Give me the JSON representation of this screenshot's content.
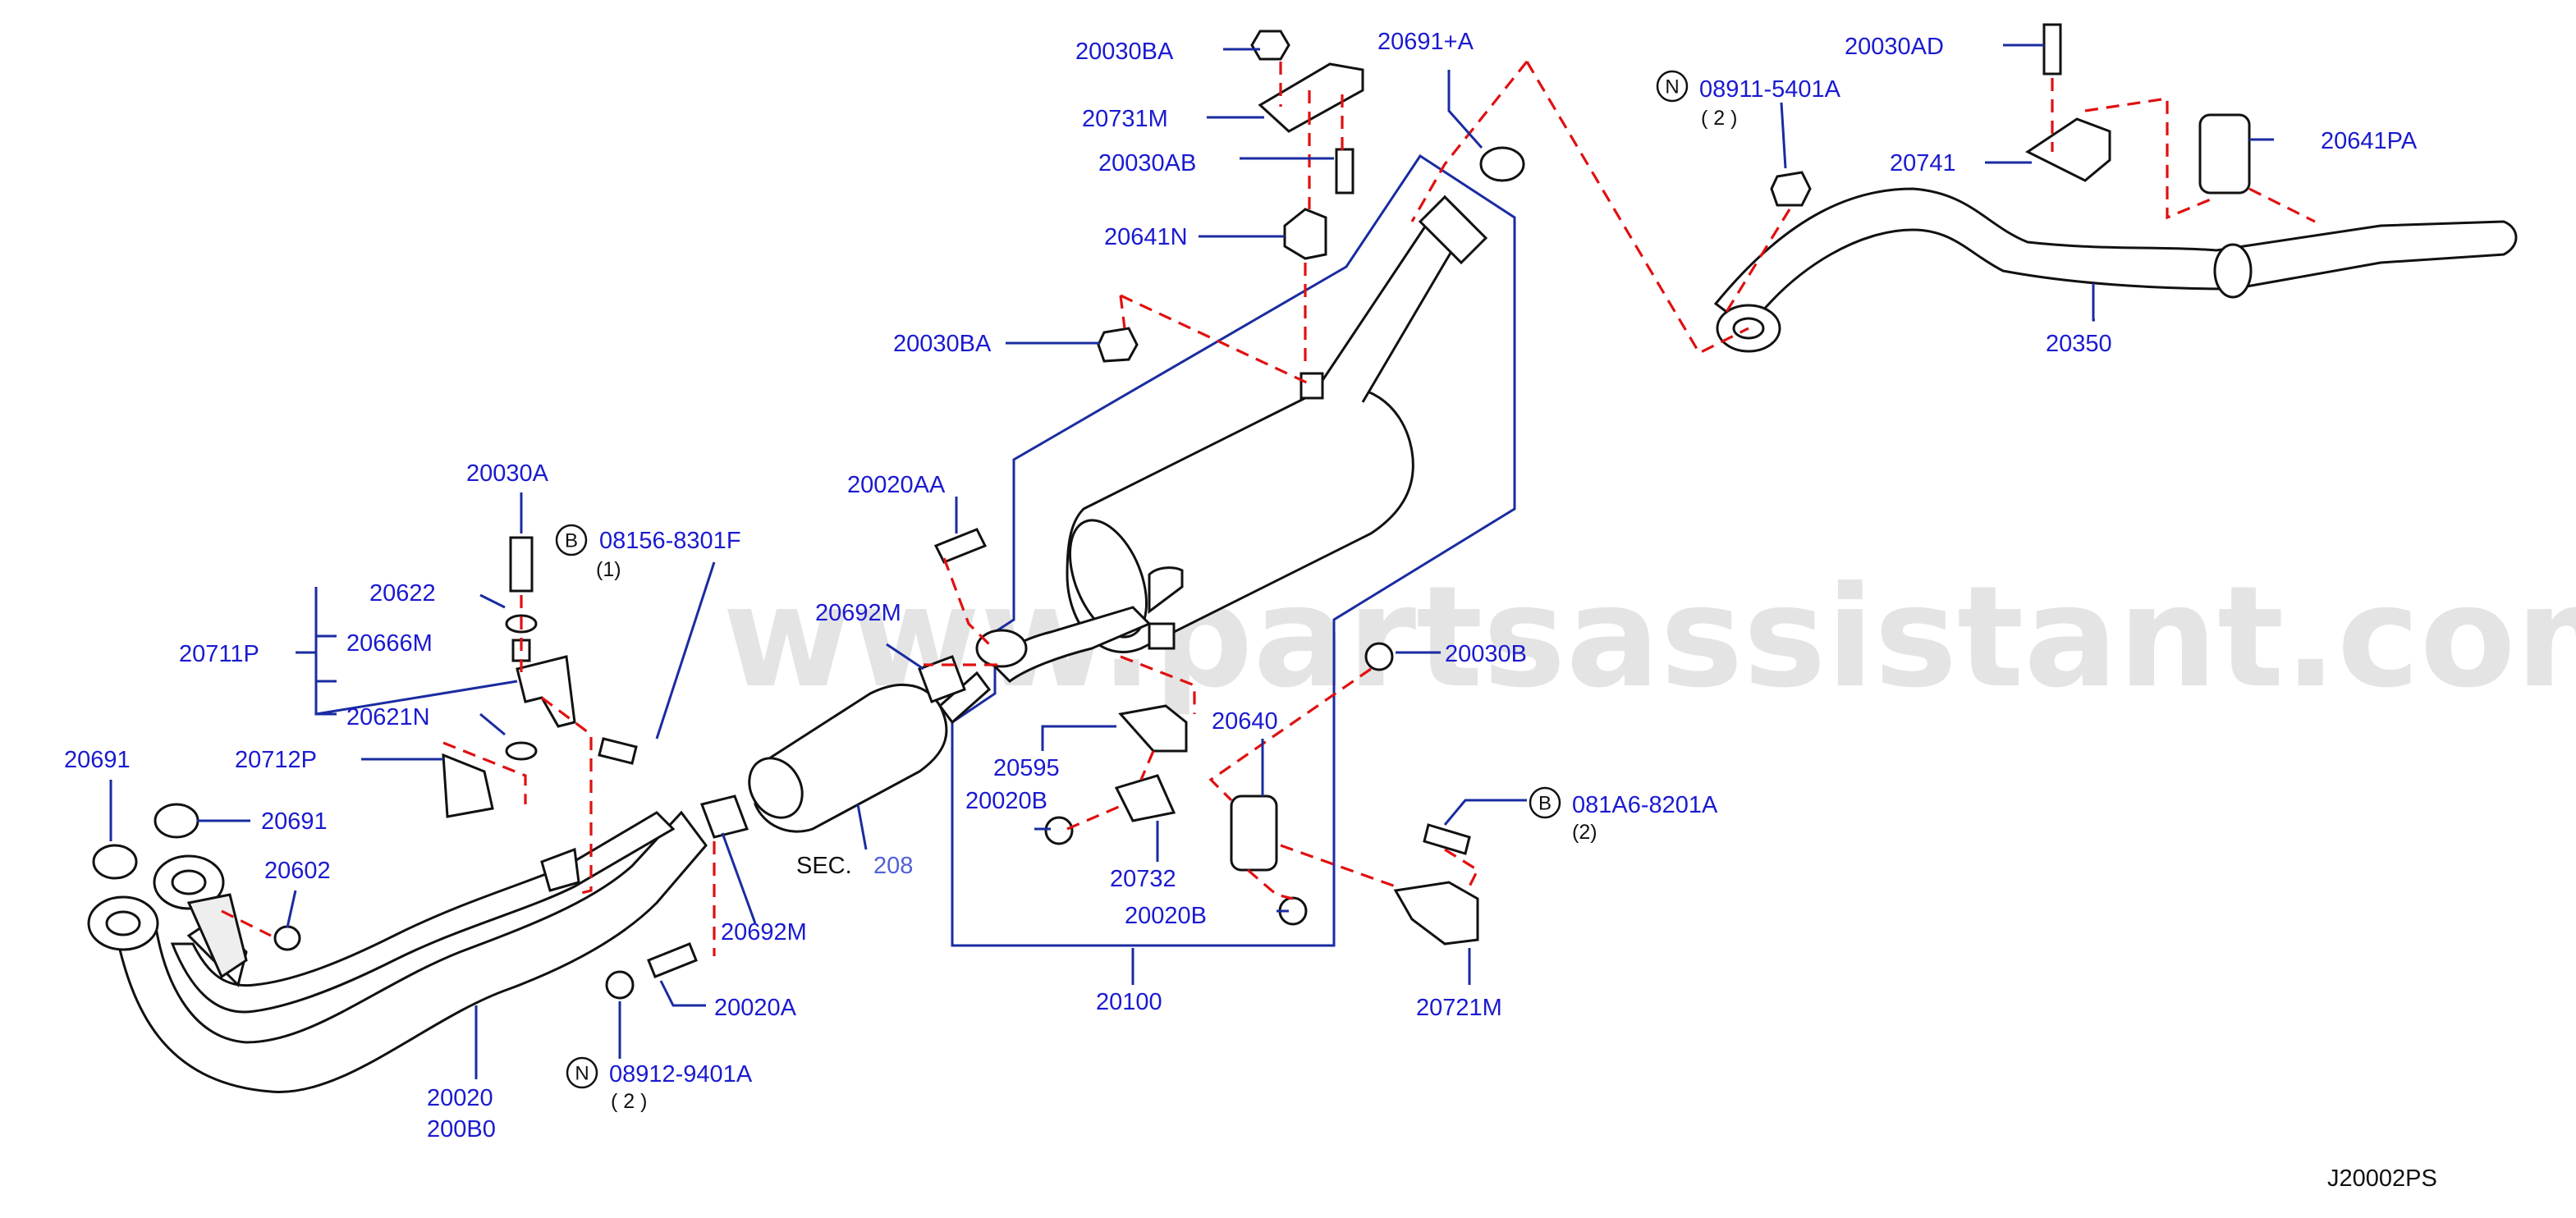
{
  "watermark": "www.partsassistant.com",
  "diagram_code": "J20002PS",
  "labels": {
    "l20030BA_top": "20030BA",
    "l20731M": "20731M",
    "l20030AB": "20030AB",
    "l20641N": "20641N",
    "l20030BA_mid": "20030BA",
    "l20691A": "20691+A",
    "l08911": "08911-5401A",
    "l08911_qty": "( 2 )",
    "l20030AD": "20030AD",
    "l20741": "20741",
    "l20641PA": "20641PA",
    "l20350": "20350",
    "l20030A": "20030A",
    "l08156": "08156-8301F",
    "l08156_qty": "(1)",
    "l20622": "20622",
    "l20666M": "20666M",
    "l20711P": "20711P",
    "l20621N": "20621N",
    "l20712P": "20712P",
    "l20691_a": "20691",
    "l20691_b": "20691",
    "l20602": "20602",
    "l20020": "20020",
    "l200B0": "200B0",
    "l20020AA": "20020AA",
    "l20692M_top": "20692M",
    "l20692M_bot": "20692M",
    "l20020A": "20020A",
    "l08912": "08912-9401A",
    "l08912_qty": "( 2 )",
    "l_sec": "SEC.",
    "l_sec_num": "208",
    "l20595": "20595",
    "l20020B_a": "20020B",
    "l20732": "20732",
    "l20020B_b": "20020B",
    "l20640": "20640",
    "l20030B": "20030B",
    "l081A6": "081A6-8201A",
    "l081A6_qty": "(2)",
    "l20721M": "20721M",
    "l20100": "20100"
  },
  "callouts": {
    "N_top": "N",
    "B_top": "B",
    "N_bot": "N",
    "B_right": "B"
  }
}
